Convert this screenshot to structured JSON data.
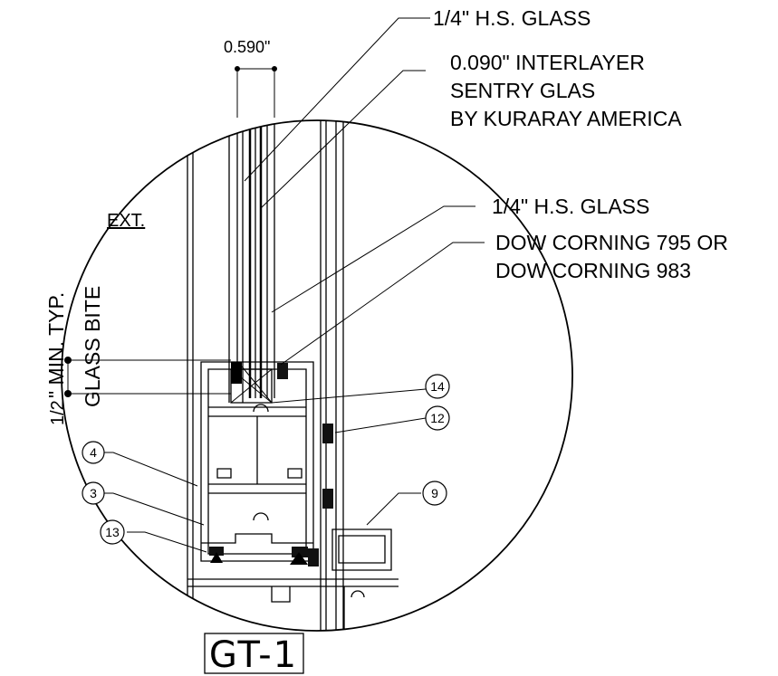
{
  "dimension": {
    "glass_thickness": "0.590\""
  },
  "labels": {
    "glass_top": "1/4\" H.S. GLASS",
    "interlayer_line1": "0.090\" INTERLAYER",
    "interlayer_line2": "SENTRY GLAS",
    "interlayer_line3": "BY KURARAY AMERICA",
    "glass_bottom": "1/4\" H.S. GLASS",
    "sealant_line1": "DOW CORNING 795 OR",
    "sealant_line2": "DOW CORNING 983",
    "exterior": "EXT.",
    "bite_half": "1/2",
    "bite_line1": "\" MIN. TYP.",
    "bite_line2": "GLASS BITE"
  },
  "callouts": [
    "4",
    "3",
    "13",
    "14",
    "12",
    "9"
  ],
  "detail_title": "GT-1"
}
